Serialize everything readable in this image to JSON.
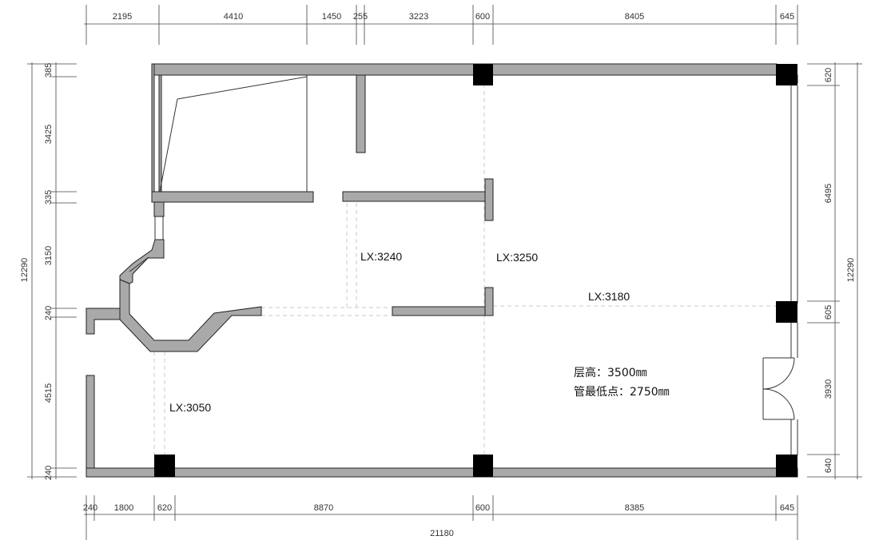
{
  "dimensions": {
    "top": [
      "2195",
      "4410",
      "1450",
      "255",
      "3223",
      "600",
      "8405",
      "645"
    ],
    "bottom": [
      "240",
      "1800",
      "620",
      "8870",
      "600",
      "8385",
      "645"
    ],
    "bottom_total": "21180",
    "left": [
      "385",
      "3425",
      "335",
      "3150",
      "240",
      "4515",
      "240"
    ],
    "left_total": "12290",
    "right": [
      "620",
      "6495",
      "605",
      "3930",
      "640"
    ],
    "right_total": "12290"
  },
  "labels": {
    "lx_3240": "LX:3240",
    "lx_3250": "LX:3250",
    "lx_3180": "LX:3180",
    "lx_3050": "LX:3050"
  },
  "notes": {
    "floor_height": "层高：3500㎜",
    "pipe_lowest": "管最低点：2750㎜"
  }
}
